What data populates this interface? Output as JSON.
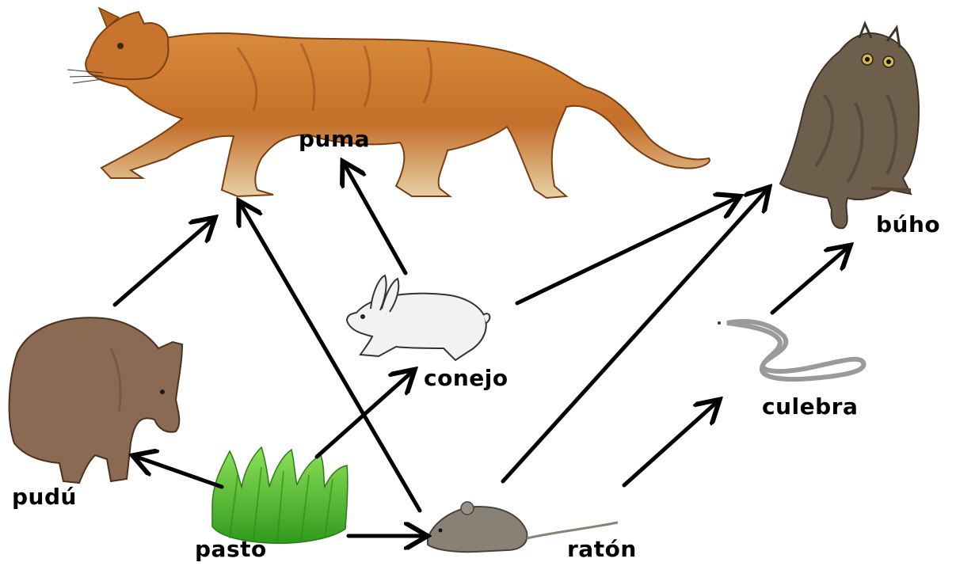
{
  "organisms": {
    "puma": "puma",
    "buho": "búho",
    "conejo": "conejo",
    "culebra": "culebra",
    "pudu": "pudú",
    "pasto": "pasto",
    "raton": "ratón"
  },
  "links": [
    {
      "from": "pudu",
      "to": "puma"
    },
    {
      "from": "conejo",
      "to": "puma"
    },
    {
      "from": "raton",
      "to": "puma"
    },
    {
      "from": "conejo",
      "to": "buho"
    },
    {
      "from": "raton",
      "to": "buho"
    },
    {
      "from": "culebra",
      "to": "buho"
    },
    {
      "from": "pasto",
      "to": "pudu"
    },
    {
      "from": "pasto",
      "to": "conejo"
    },
    {
      "from": "pasto",
      "to": "raton"
    },
    {
      "from": "raton",
      "to": "culebra"
    }
  ],
  "colors": {
    "puma": "#c8732e",
    "puma_dark": "#7a3e12",
    "buho": "#6d5f4c",
    "conejo": "#f2f2f2",
    "culebra": "#9a9a9a",
    "pudu": "#8a6a52",
    "pasto": "#4fbf2a",
    "raton": "#8a8176"
  }
}
